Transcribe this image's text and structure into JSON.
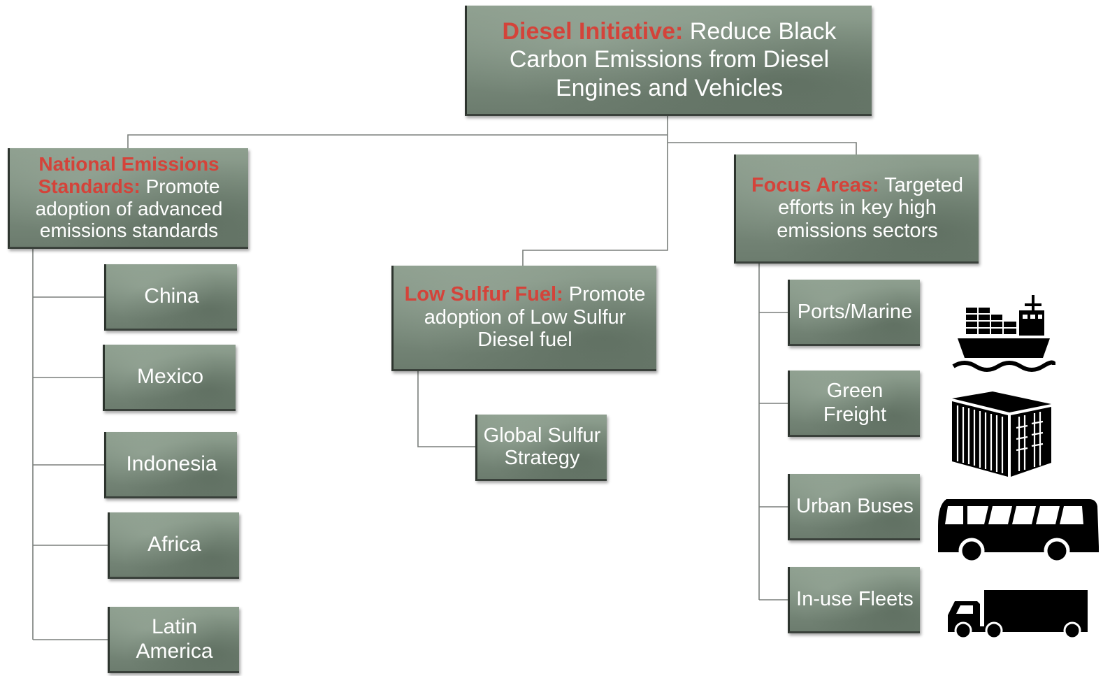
{
  "root": {
    "highlight": "Diesel Initiative:",
    "text": " Reduce Black Carbon Emissions from Diesel Engines and Vehicles"
  },
  "branches": {
    "national": {
      "highlight": "National Emissions Standards:",
      "text": " Promote adoption of advanced emissions standards",
      "children": [
        "China",
        "Mexico",
        "Indonesia",
        "Africa",
        "Latin America"
      ]
    },
    "sulfur": {
      "highlight": "Low Sulfur Fuel:",
      "text": " Promote adoption of Low Sulfur Diesel fuel",
      "children": [
        "Global Sulfur Strategy"
      ]
    },
    "focus": {
      "highlight": "Focus Areas:",
      "text": " Targeted efforts in key high emissions sectors",
      "children": [
        "Ports/Marine",
        "Green Freight",
        "Urban Buses",
        "In-use Fleets"
      ]
    }
  },
  "icons": [
    "cargo-ship-icon",
    "shipping-container-icon",
    "bus-icon",
    "truck-icon"
  ],
  "colors": {
    "box": "#7b8c7d",
    "highlight": "#d4433a",
    "connector": "#7a7f7b",
    "icon": "#000000"
  }
}
